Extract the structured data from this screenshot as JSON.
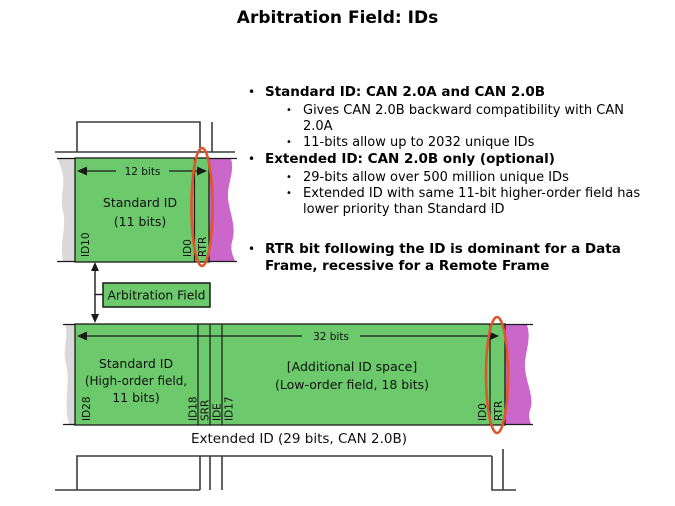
{
  "title": "Arbitration Field: IDs",
  "glyphs": {
    "bullet": "•"
  },
  "bullets": [
    {
      "label": "Standard ID: CAN 2.0A and CAN 2.0B",
      "subs": [
        "Gives CAN 2.0B backward compatibility with CAN 2.0A",
        "11-bits allow up to 2032 unique IDs"
      ]
    },
    {
      "label": "Extended ID: CAN 2.0B only (optional)",
      "subs": [
        "29-bits allow over 500 million unique IDs",
        "Extended ID with same 11-bit higher-order field has lower priority than Standard ID"
      ]
    },
    {
      "label": "RTR bit following the ID is dominant for a Data Frame, recessive for a Remote Frame",
      "subs": []
    }
  ],
  "diagram": {
    "standard": {
      "bits_label": "12 bits",
      "name_line1": "Standard ID",
      "name_line2": "(11 bits)",
      "id_high": "ID10",
      "id_low": "ID0",
      "rtr": "RTR"
    },
    "arbitration_label": "Arbitration Field",
    "extended": {
      "bits_label": "32 bits",
      "high_line1": "Standard ID",
      "high_line2": "(High-order field,",
      "high_line3": "11 bits)",
      "add_line1": "[Additional ID space]",
      "add_line2": "(Low-order field, 18 bits)",
      "id28": "ID28",
      "id18": "ID18",
      "srr": "SRR",
      "ide": "IDE",
      "id17": "ID17",
      "id0": "ID0",
      "rtr": "RTR",
      "caption": "Extended ID (29 bits, CAN 2.0B)"
    },
    "colors": {
      "field_green": "#6CC96C",
      "next_magenta": "#CB66CB",
      "prev_gray": "#D9D9D9",
      "highlight_orange": "#E0562B",
      "line_dark": "#3C3C3C"
    }
  }
}
